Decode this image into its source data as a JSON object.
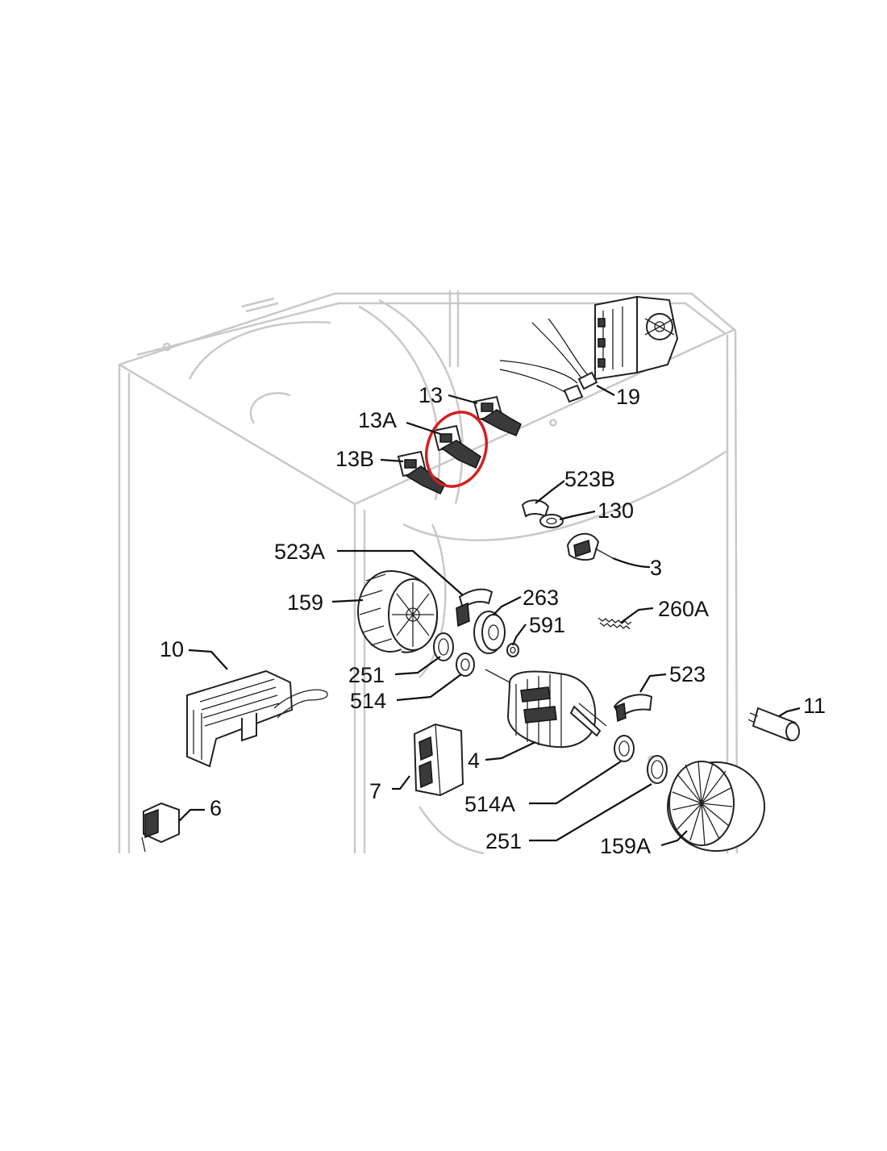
{
  "diagram": {
    "highlight_color": "#d42020",
    "labels": {
      "l13": "13",
      "l13A": "13A",
      "l13B": "13B",
      "l19": "19",
      "l523B": "523B",
      "l130": "130",
      "l3": "3",
      "l523A": "523A",
      "l263": "263",
      "l159": "159",
      "l591": "591",
      "l260A": "260A",
      "l10": "10",
      "l251a": "251",
      "l514": "514",
      "l523": "523",
      "l11": "11",
      "l4": "4",
      "l7": "7",
      "l514A": "514A",
      "l6": "6",
      "l251b": "251",
      "l159A": "159A"
    }
  }
}
